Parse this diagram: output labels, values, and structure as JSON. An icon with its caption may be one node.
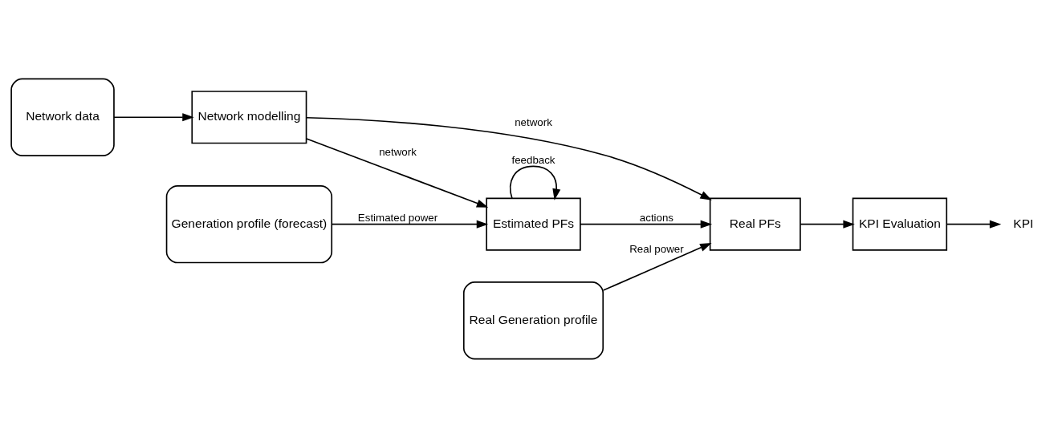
{
  "diagram": {
    "nodes": [
      {
        "text": [
          "Network data"
        ]
      },
      {
        "text": [
          "Network modelling"
        ]
      },
      {
        "text": [
          "Generation profile (forecast)"
        ]
      },
      {
        "text": [
          "Estimated PFs"
        ]
      },
      {
        "text": [
          "Real PFs"
        ]
      },
      {
        "text": [
          "KPI Evaluation"
        ]
      },
      {
        "text": [
          "KPI"
        ]
      },
      {
        "text": [
          "Real Generation profile"
        ]
      }
    ],
    "edges": [
      {
        "from": 0,
        "to": 1,
        "arrow": "to"
      },
      {
        "from": 1,
        "to": 4,
        "arrow": "to",
        "label": "network"
      },
      {
        "from": 1,
        "to": 3,
        "arrow": "to",
        "label": "network"
      },
      {
        "from": 2,
        "to": 3,
        "arrow": "to",
        "label": "Estimated power"
      },
      {
        "from": 3,
        "to": 4,
        "arrow": "to",
        "label": "actions"
      },
      {
        "from": 3,
        "to": 3,
        "arrow": "to",
        "label": "feedback"
      },
      {
        "from": 7,
        "to": 4,
        "arrow": "to",
        "label": "Real power"
      },
      {
        "from": 4,
        "to": 5,
        "arrow": "to"
      },
      {
        "from": 5,
        "to": 6,
        "arrow": "to"
      }
    ]
  }
}
